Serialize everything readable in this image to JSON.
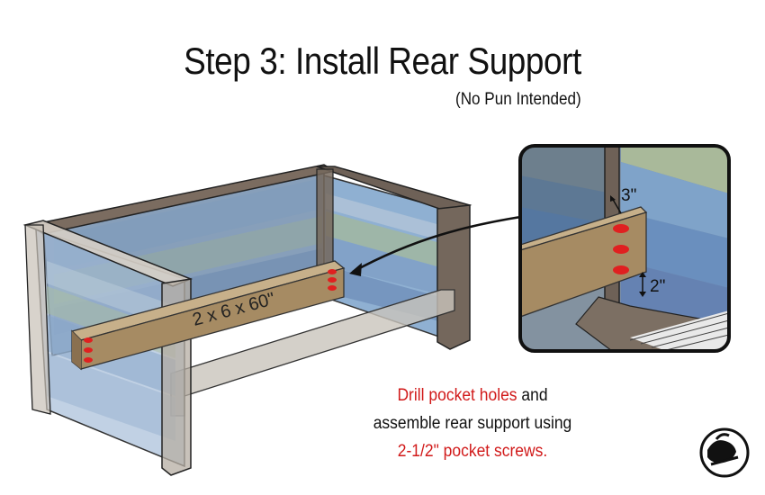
{
  "title": "Step 3: Install Rear Support",
  "subtitle": "(No Pun Intended)",
  "board_label": "2 x 6 x 60\"",
  "detail": {
    "top_dimension": "3\"",
    "bottom_dimension": "2\""
  },
  "caption": {
    "line1_red": "Drill pocket holes",
    "line1_rest": " and",
    "line2": "assemble rear support using",
    "line3_red": "2-1/2\" pocket screws."
  },
  "colors": {
    "accent_red": "#d11a1a",
    "wood": "#a68b63",
    "frame": "#6e6157",
    "panel_blue": "#6f93b8",
    "panel_green": "#a9b99a"
  }
}
